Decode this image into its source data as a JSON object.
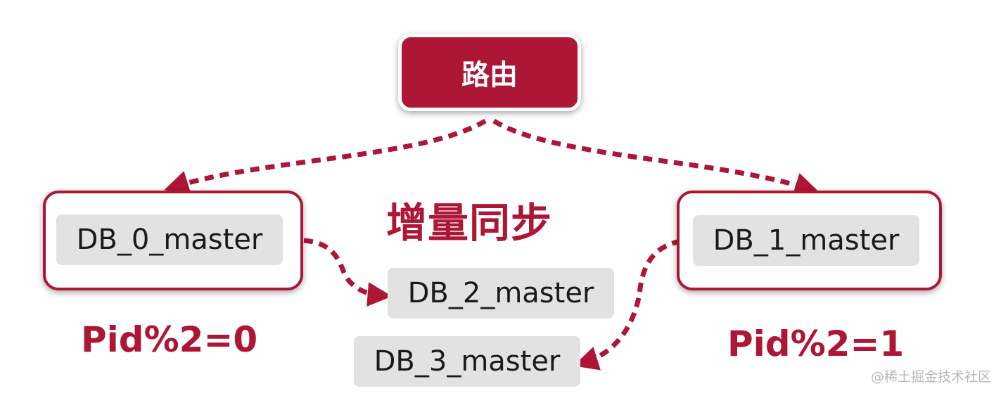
{
  "router": {
    "label": "路由"
  },
  "masters": [
    {
      "label": "DB_0_master"
    },
    {
      "label": "DB_1_master"
    },
    {
      "label": "DB_2_master"
    },
    {
      "label": "DB_3_master"
    }
  ],
  "sync_label": "增量同步",
  "partitions": [
    {
      "label": "Pid%2=0"
    },
    {
      "label": "Pid%2=1"
    }
  ],
  "watermark": "@稀土掘金技术社区",
  "colors": {
    "accent": "#ad1634",
    "box_fill": "#e2e2e2",
    "text": "#1a1a1a",
    "watermark": "#b8b8b8"
  }
}
